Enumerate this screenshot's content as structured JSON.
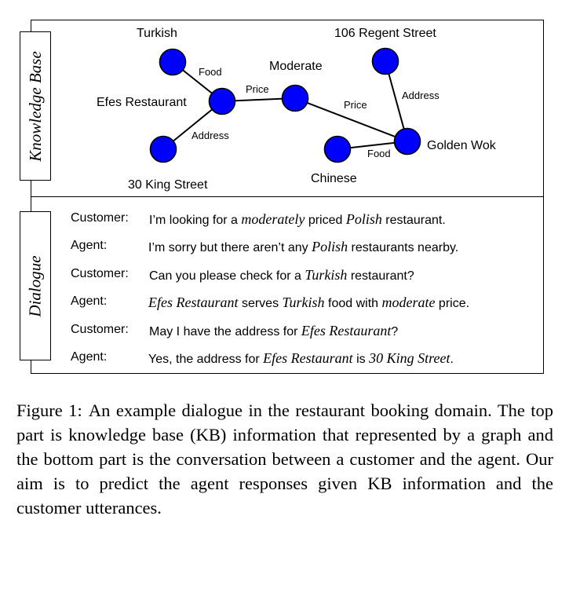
{
  "figure": {
    "kb_label": "Knowledge Base",
    "dialogue_label": "Dialogue",
    "graph": {
      "entities": {
        "turkish": "Turkish",
        "efes": "Efes Restaurant",
        "king": "30 King Street",
        "moderate": "Moderate",
        "regent": "106 Regent Street",
        "golden_wok": "Golden Wok",
        "chinese": "Chinese"
      },
      "relations": {
        "food1": "Food",
        "price1": "Price",
        "address1": "Address",
        "price2": "Price",
        "address2": "Address",
        "food2": "Food"
      },
      "node_color": "#0000ff"
    },
    "dialogue": [
      {
        "speaker": "Customer:",
        "parts": [
          {
            "t": "I’m looking for a ",
            "i": false
          },
          {
            "t": "moderately",
            "i": true
          },
          {
            "t": " priced ",
            "i": false
          },
          {
            "t": "Polish",
            "i": true
          },
          {
            "t": " restaurant.",
            "i": false
          }
        ]
      },
      {
        "speaker": "Agent:",
        "parts": [
          {
            "t": "I’m sorry but there aren’t any ",
            "i": false
          },
          {
            "t": "Polish",
            "i": true
          },
          {
            "t": " restaurants nearby.",
            "i": false
          }
        ]
      },
      {
        "speaker": "Customer:",
        "parts": [
          {
            "t": "Can you please check for a ",
            "i": false
          },
          {
            "t": "Turkish",
            "i": true
          },
          {
            "t": " restaurant?",
            "i": false
          }
        ]
      },
      {
        "speaker": "Agent:",
        "parts": [
          {
            "t": "Efes Restaurant",
            "i": true
          },
          {
            "t": " serves ",
            "i": false
          },
          {
            "t": "Turkish",
            "i": true
          },
          {
            "t": " food with ",
            "i": false
          },
          {
            "t": "moderate",
            "i": true
          },
          {
            "t": " price.",
            "i": false
          }
        ]
      },
      {
        "speaker": "Customer:",
        "parts": [
          {
            "t": "May I have the address for ",
            "i": false
          },
          {
            "t": "Efes Restaurant",
            "i": true
          },
          {
            "t": "?",
            "i": false
          }
        ]
      },
      {
        "speaker": "Agent:",
        "parts": [
          {
            "t": "Yes, the address for ",
            "i": false
          },
          {
            "t": "Efes Restaurant",
            "i": true
          },
          {
            "t": " is ",
            "i": false
          },
          {
            "t": "30 King Street",
            "i": true
          },
          {
            "t": ".",
            "i": false
          }
        ]
      }
    ]
  },
  "caption": {
    "label": "Figure 1:",
    "text": "An example dialogue in the restaurant booking domain. The top part is knowledge base (KB) information that represented by a graph and the bottom part is the conversation between a customer and the agent. Our aim is to predict the agent responses given KB information and the customer utterances."
  }
}
